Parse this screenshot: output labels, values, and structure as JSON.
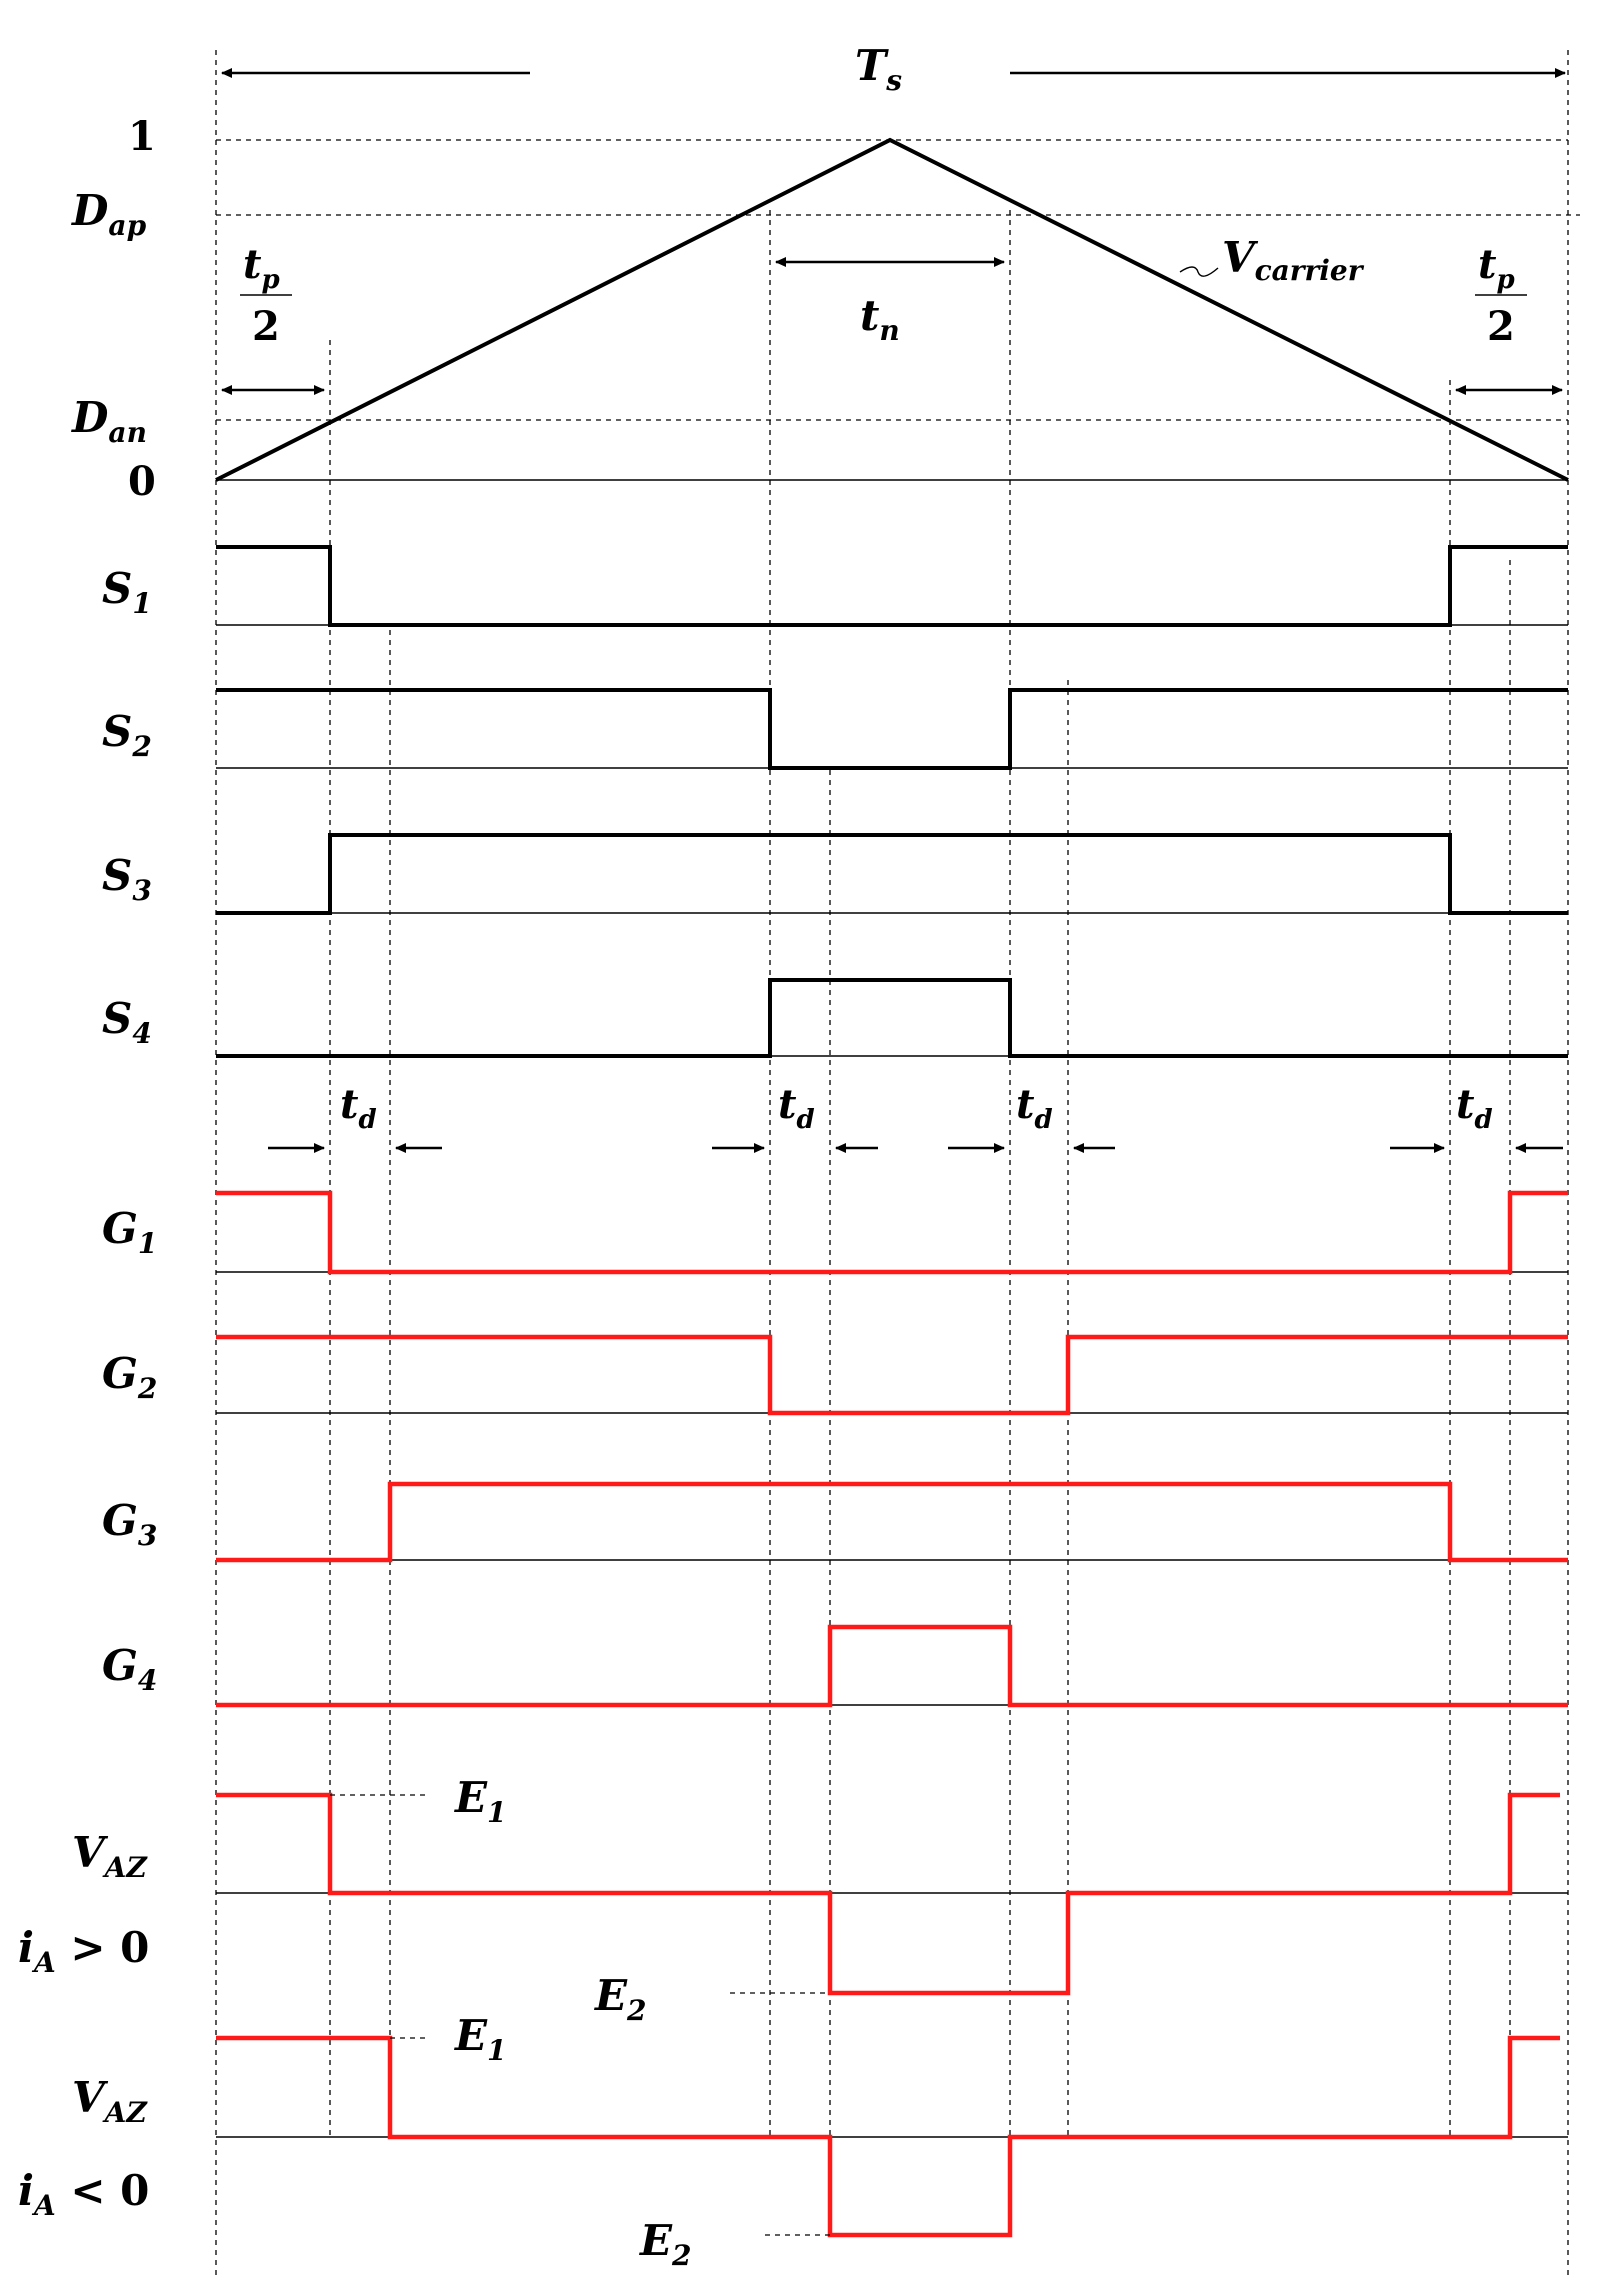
{
  "labels": {
    "period": "T",
    "period_sub": "s",
    "level_one": "1",
    "level_zero": "0",
    "dap": "D",
    "dap_sub": "ap",
    "dan": "D",
    "dan_sub": "an",
    "carrier": "V",
    "carrier_sub": "carrier",
    "tp_num": "t",
    "tp_sub": "p",
    "tp_den": "2",
    "tn": "t",
    "tn_sub": "n",
    "td": "t",
    "td_sub": "d",
    "e1": "E",
    "e1_sub": "1",
    "e2": "E",
    "e2_sub": "2",
    "vaz": "V",
    "vaz_sub": "AZ",
    "ia": "i",
    "ia_sub": "A",
    "ia_pos": " > 0",
    "ia_neg": " < 0"
  },
  "signals": [
    {
      "name": "S",
      "sub": "1"
    },
    {
      "name": "S",
      "sub": "2"
    },
    {
      "name": "S",
      "sub": "3"
    },
    {
      "name": "S",
      "sub": "4"
    },
    {
      "name": "G",
      "sub": "1"
    },
    {
      "name": "G",
      "sub": "2"
    },
    {
      "name": "G",
      "sub": "3"
    },
    {
      "name": "G",
      "sub": "4"
    }
  ],
  "colors": {
    "switch_signal": "#000000",
    "gate_signal": "#ff1a1a",
    "background": "#ffffff"
  }
}
